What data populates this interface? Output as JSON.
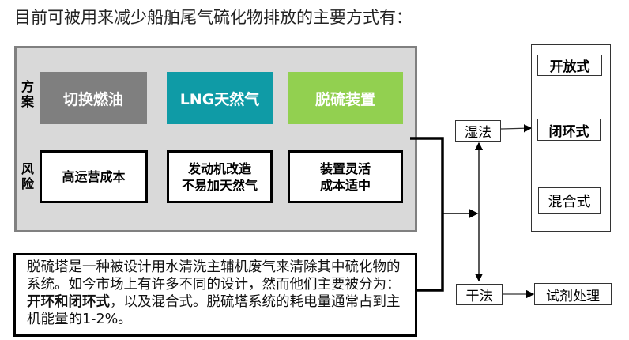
{
  "title": "目前可被用来减少船舶尾气硫化物排放的主要方式有：",
  "row_labels": {
    "options": "方案",
    "risks": "风险"
  },
  "options": [
    {
      "label": "切换燃油",
      "color": "#7f7f7f"
    },
    {
      "label": "LNG天然气",
      "color": "#0f9ba6"
    },
    {
      "label": "脱硫装置",
      "color": "#92d050"
    }
  ],
  "risks": [
    {
      "line1": "高运营成本",
      "line2": ""
    },
    {
      "line1": "发动机改造",
      "line2": "不易加天然气"
    },
    {
      "line1": "装置灵活",
      "line2": "成本适中"
    }
  ],
  "note": {
    "part1": "脱硫塔是一种被设计用水清洗主辅机废气来清除其中硫化物的系统。如今市场上有许多不同的设计，然而他们主要被分为：",
    "bold": "开环和闭环式",
    "part2": "，以及混合式。脱硫塔系统的耗电量通常占到主机能量的1-2%。"
  },
  "methods": {
    "wet": "湿法",
    "dry": "干法"
  },
  "wet_types": [
    "开放式",
    "闭环式",
    "混合式"
  ],
  "dry_type": "试剂处理"
}
